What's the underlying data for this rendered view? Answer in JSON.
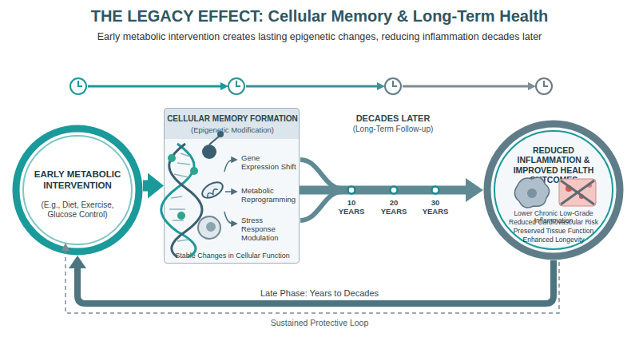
{
  "diagram": {
    "title": "THE LEGACY EFFECT: Cellular Memory & Long-Term Health",
    "nodes": [
      {
        "text": [
          "EARLY METABOLIC INTERVENTION",
          "(E.g., Diet, Exercise, Glucose Control)"
        ]
      },
      {
        "text": [
          "CELLULAR MEMORY FORMATION",
          "(Epigenetic Modification)",
          "Gene Expression Shift",
          "Metabolic Reprogramming",
          "Stress Response Modulation",
          "Stable Changes in Cellular Function"
        ]
      },
      {
        "text": [
          "REDUCED INFLAMMATION & IMPROVED HEALTH OUTCOMES",
          "Lower Chronic Low-Grade Inflammation",
          "Reduced Cardiovascular Risk",
          "Preserved Tissue Function",
          "Enhanced Longevity"
        ]
      }
    ],
    "edges": [
      {
        "from": 0,
        "to": 1,
        "arrow": "to"
      },
      {
        "from": 1,
        "to": 2,
        "arrow": "to"
      },
      {
        "from": 2,
        "to": 0,
        "label": "Late Phase: Years to Decades",
        "arrow": "to"
      }
    ],
    "labels": [
      "Early metabolic intervention creates lasting epigenetic changes, reducing inflammation decades later",
      "DECADES LATER",
      "(Long-Term Follow-up)",
      "10 YEARS",
      "20 YEARS",
      "30 YEARS",
      "Sustained Protective Loop"
    ]
  }
}
